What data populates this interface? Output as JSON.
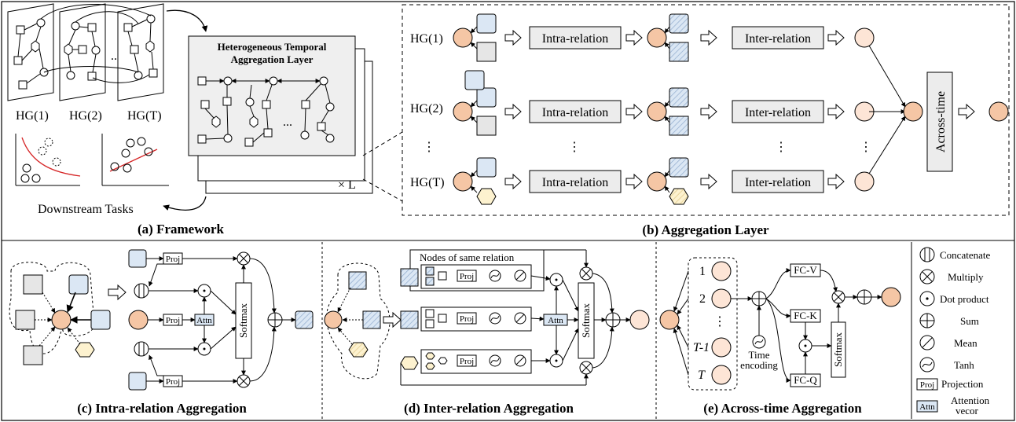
{
  "colors": {
    "node_orange": "#f5c6a5",
    "node_light": "#fde5d6",
    "node_blue": "#dbe7f4",
    "node_gray": "#e6e6e6",
    "node_yellow": "#fdf2cf",
    "box_gray": "#ececec",
    "stroke": "#000000"
  },
  "framework": {
    "hg_labels": [
      "HG(1)",
      "HG(2)",
      "HG(T)"
    ],
    "dots": "...",
    "layer_title_line1": "Heterogeneous Temporal",
    "layer_title_line2": "Aggregation Layer",
    "times_l": "× L",
    "downstream": "Downstream Tasks",
    "caption": "(a) Framework"
  },
  "aggregation": {
    "rows": [
      "HG(1)",
      "HG(2)",
      "HG(T)"
    ],
    "intra": "Intra-relation",
    "inter": "Inter-relation",
    "across": "Across-time",
    "vdots": "⋮",
    "caption": "(b) Aggregation Layer"
  },
  "intra_panel": {
    "proj": "Proj",
    "attn": "Attn",
    "softmax": "Softmax",
    "caption": "(c) Intra-relation Aggregation"
  },
  "inter_panel": {
    "title": "Nodes of same relation",
    "proj": "Proj",
    "attn": "Attn",
    "softmax": "Softmax",
    "caption": "(d) Inter-relation Aggregation"
  },
  "across_panel": {
    "t_labels": [
      "1",
      "2",
      "T-1",
      "T"
    ],
    "fc_v": "FC-V",
    "fc_k": "FC-K",
    "fc_q": "FC-Q",
    "softmax": "Softmax",
    "time_enc_1": "Time",
    "time_enc_2": "encoding",
    "caption": "(e) Across-time Aggregation"
  },
  "legend": {
    "concatenate": "Concatenate",
    "multiply": "Multiply",
    "dot_product": "Dot product",
    "sum": "Sum",
    "mean": "Mean",
    "tanh": "Tanh",
    "proj_abbr": "Proj",
    "projection": "Projection",
    "attn_abbr": "Attn",
    "attention_1": "Attention",
    "attention_2": "vecor"
  }
}
